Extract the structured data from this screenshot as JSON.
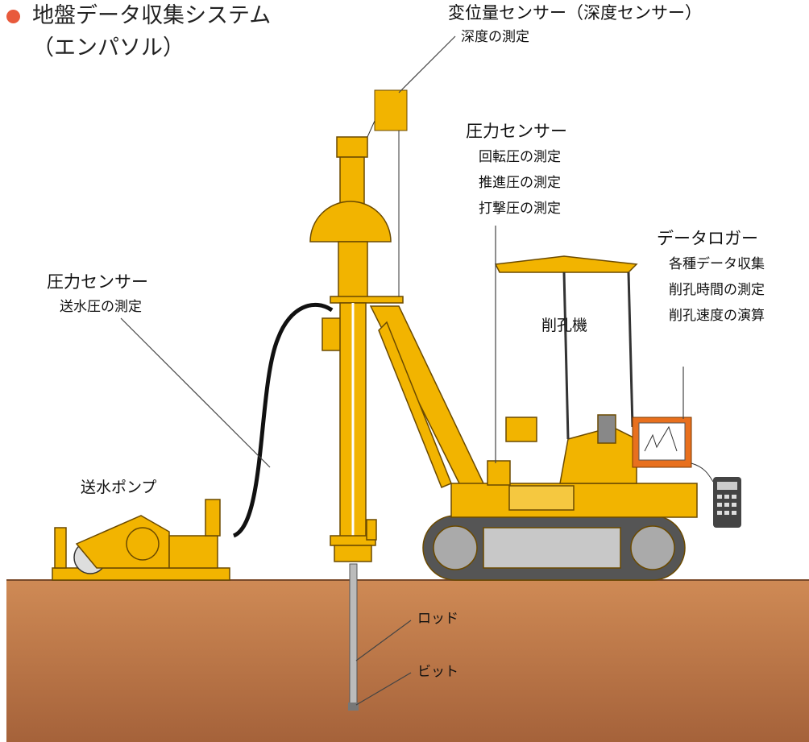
{
  "title": {
    "line1": "地盤データ収集システム",
    "line2": "（エンパソル）",
    "bullet_color": "#e85a3c"
  },
  "labels": {
    "depth_sensor": {
      "name": "変位量センサー（深度センサー）",
      "items": [
        "深度の測定"
      ]
    },
    "pressure_sensor_rig": {
      "name": "圧力センサー",
      "items": [
        "回転圧の測定",
        "推進圧の測定",
        "打撃圧の測定"
      ]
    },
    "data_logger": {
      "name": "データロガー",
      "items": [
        "各種データ収集",
        "削孔時間の測定",
        "削孔速度の演算"
      ]
    },
    "drill_machine": {
      "name": "削孔機"
    },
    "pressure_sensor_water": {
      "name": "圧力センサー",
      "items": [
        "送水圧の測定"
      ]
    },
    "water_pump": {
      "name": "送水ポンプ"
    },
    "rod": {
      "name": "ロッド"
    },
    "bit": {
      "name": "ビット"
    }
  },
  "colors": {
    "machine": "#f2b400",
    "ground_top": "#c98450",
    "ground_bottom": "#a8643a",
    "track": "#8a8a8a",
    "logger_frame": "#e8701e"
  }
}
